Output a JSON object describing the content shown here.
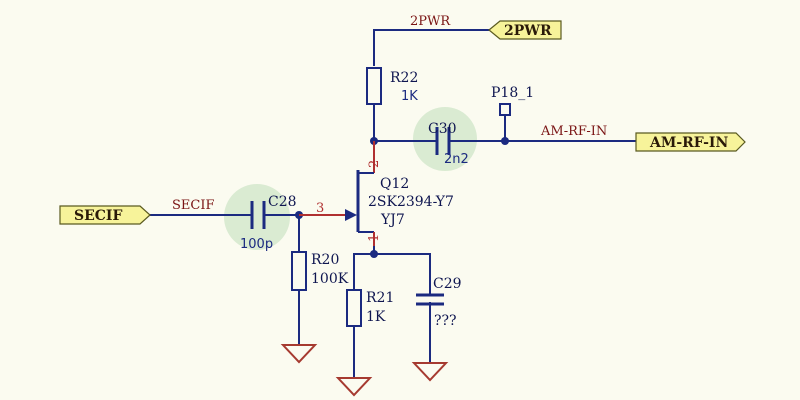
{
  "ports": {
    "pwr": "2PWR",
    "am_rf_in": "AM-RF-IN",
    "secif": "SECIF"
  },
  "nets": {
    "pwr": "2PWR",
    "am_rf_in": "AM-RF-IN",
    "secif": "SECIF"
  },
  "components": {
    "R22": {
      "designator": "R22",
      "value": "1K"
    },
    "C30": {
      "designator": "C30",
      "value": "2n2"
    },
    "P18": {
      "designator": "P18_1"
    },
    "Q12": {
      "designator": "Q12",
      "part": "2SK2394-Y7",
      "marking": "YJ7",
      "pins": {
        "drain": "2",
        "gate": "3",
        "source": "1"
      }
    },
    "C28": {
      "designator": "C28",
      "value": "100p"
    },
    "R20": {
      "designator": "R20",
      "value": "100K"
    },
    "R21": {
      "designator": "R21",
      "value": "1K"
    },
    "C29": {
      "designator": "C29",
      "value": "???"
    }
  },
  "colors": {
    "wire": "#1b2a80",
    "pin": "#b03030",
    "port_fill": "#f7f39a",
    "highlight": "#d4e7cc",
    "background": "#fbfbf0"
  }
}
